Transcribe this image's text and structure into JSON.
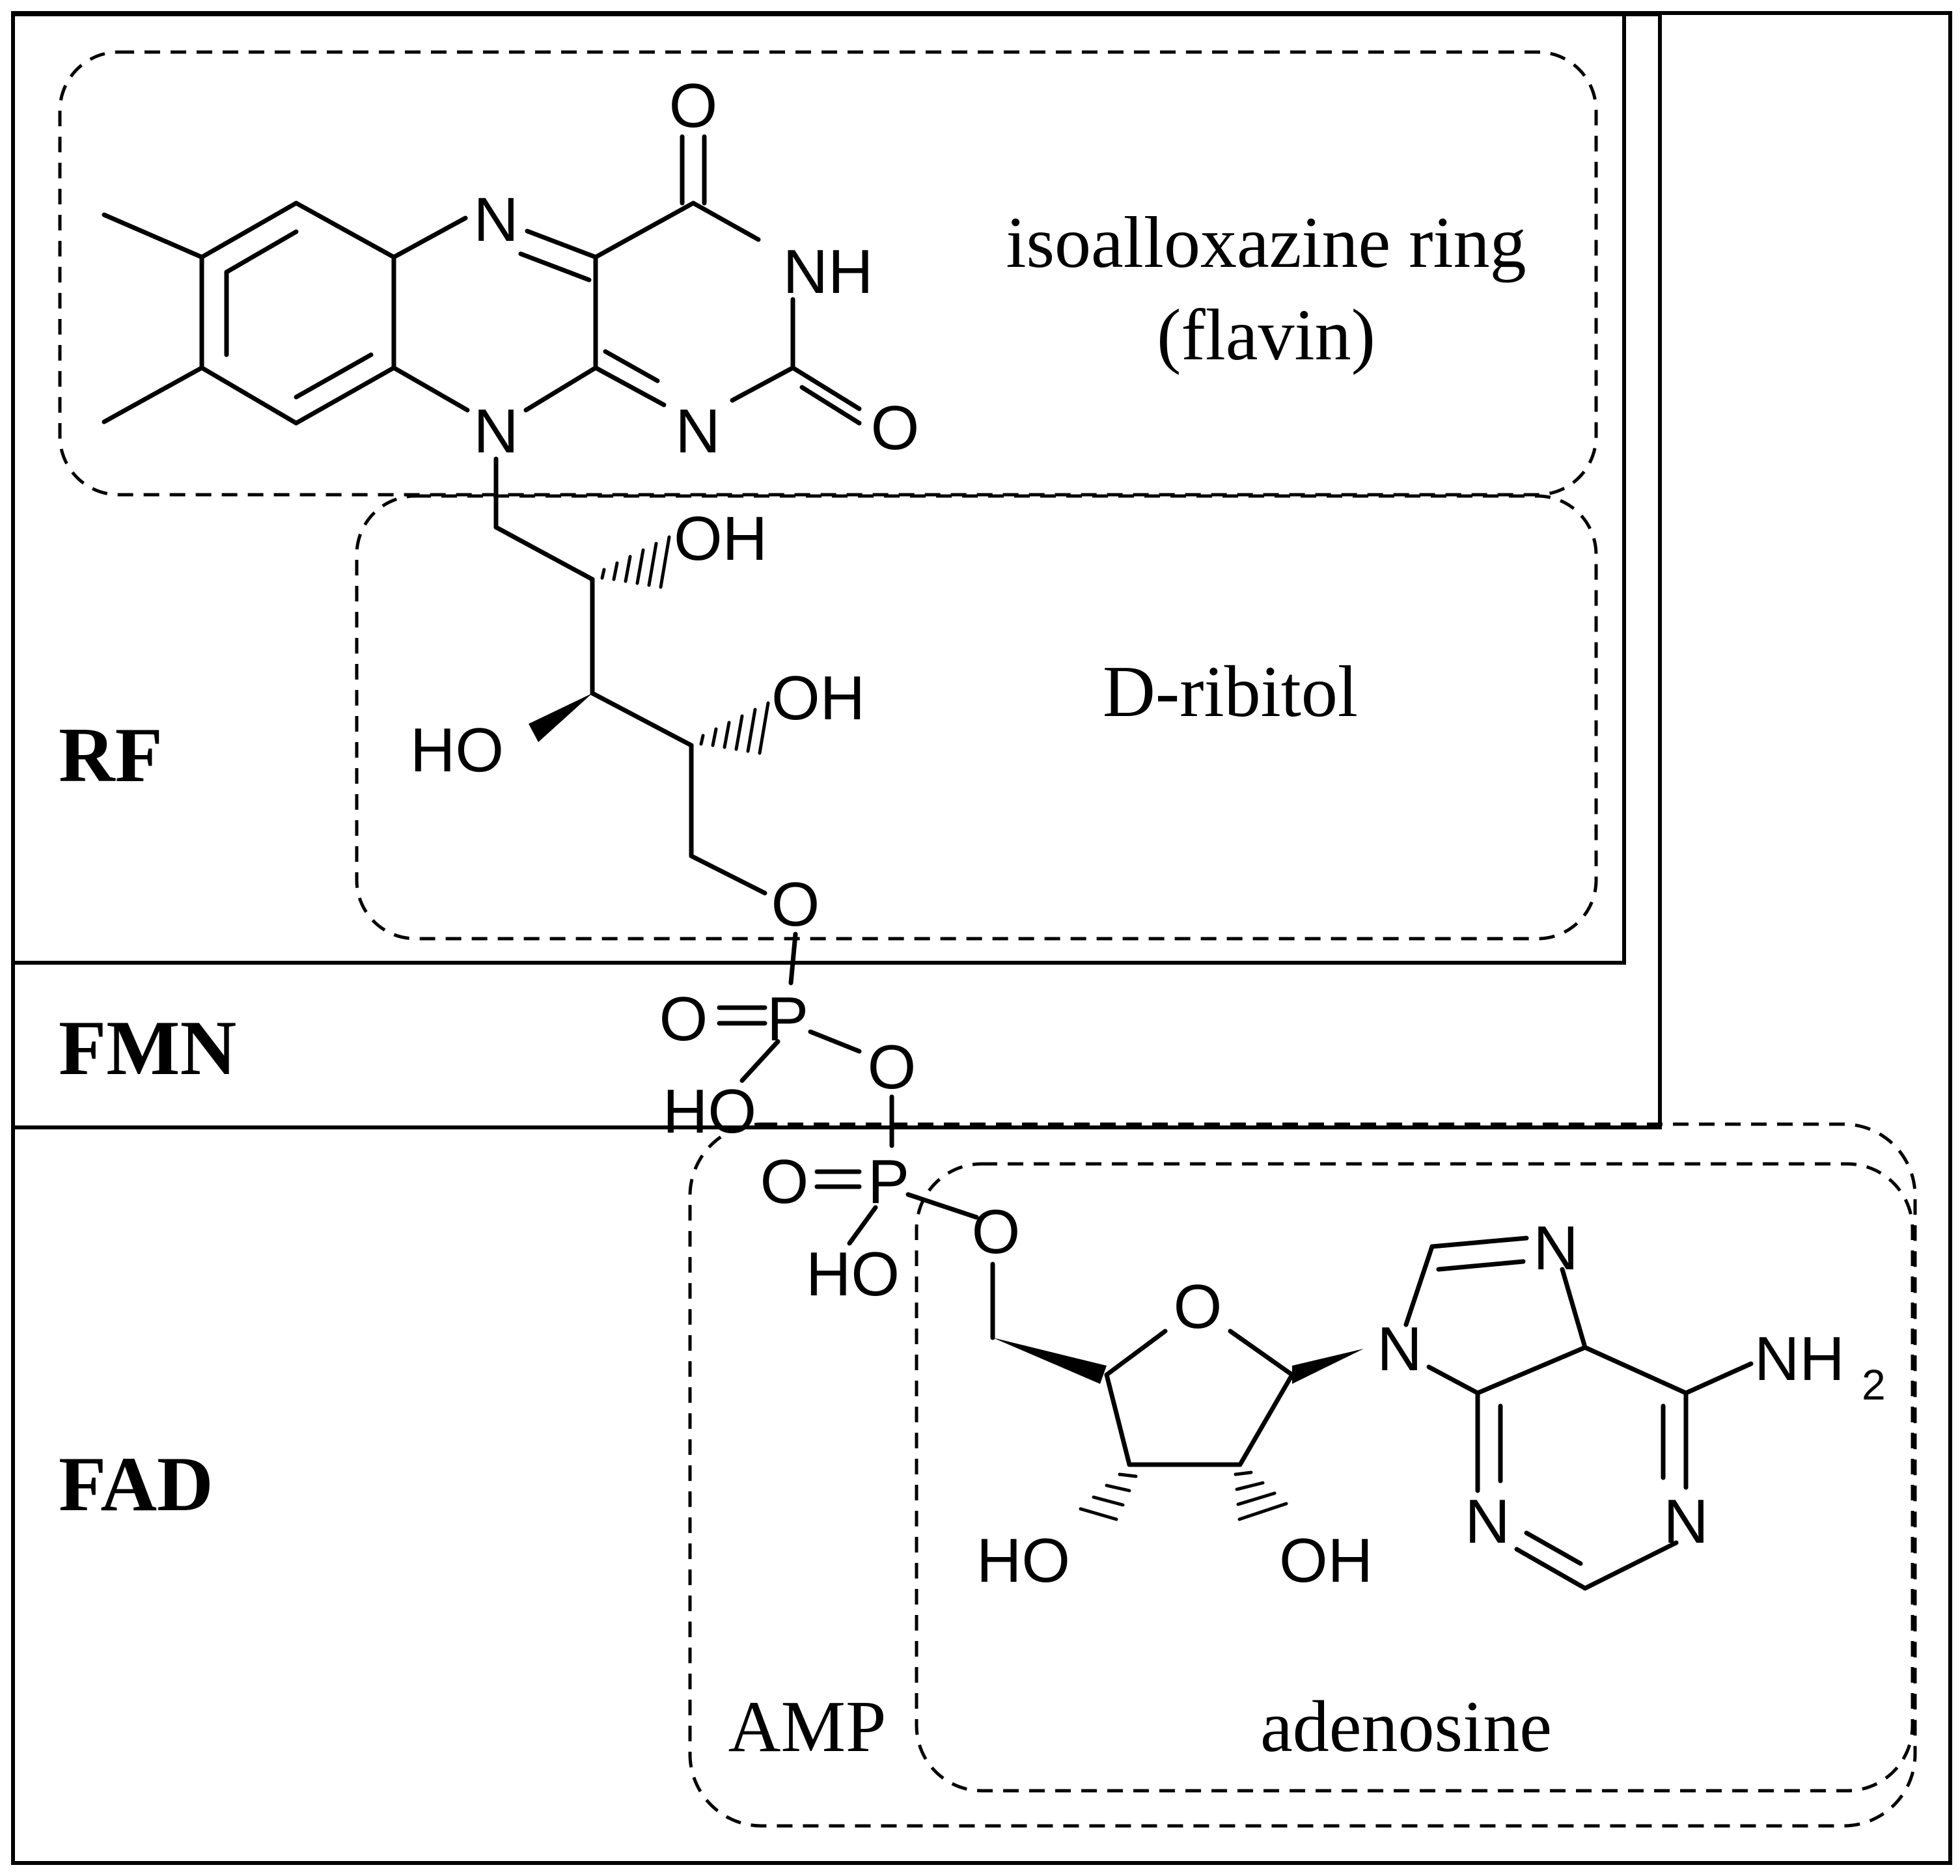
{
  "labels": {
    "rf": "RF",
    "fmn": "FMN",
    "fad": "FAD"
  },
  "segments": {
    "isoalloxazine_line1": "isoalloxazine ring",
    "isoalloxazine_line2": "(flavin)",
    "ribitol": "D-ribitol",
    "amp": "AMP",
    "adenosine": "adenosine"
  },
  "atoms": {
    "N": "N",
    "NH": "NH",
    "O": "O",
    "OH": "OH",
    "HO": "HO",
    "P": "P",
    "NH2_main": "NH",
    "NH2_sub": "2"
  }
}
